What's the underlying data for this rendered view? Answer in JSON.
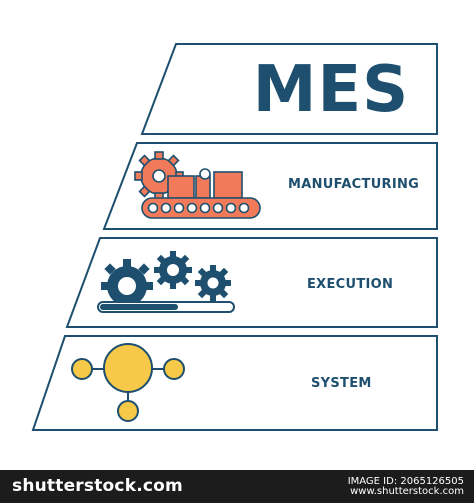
{
  "title": "MES",
  "layers": [
    {
      "label": "MANUFACTURING",
      "icon": "conveyor-gear-icon"
    },
    {
      "label": "EXECUTION",
      "icon": "gears-progress-icon"
    },
    {
      "label": "SYSTEM",
      "icon": "network-nodes-icon"
    }
  ],
  "footer": {
    "brand": "shutterstock.com",
    "image_id": "IMAGE ID: 2065126505",
    "site": "www.shutterstock.com"
  },
  "colors": {
    "outline": "#1e4f6e",
    "text": "#1e4f6e",
    "coral": "#f07a5a",
    "yellow": "#f7c948",
    "footer_bg": "#1c1c1c"
  }
}
